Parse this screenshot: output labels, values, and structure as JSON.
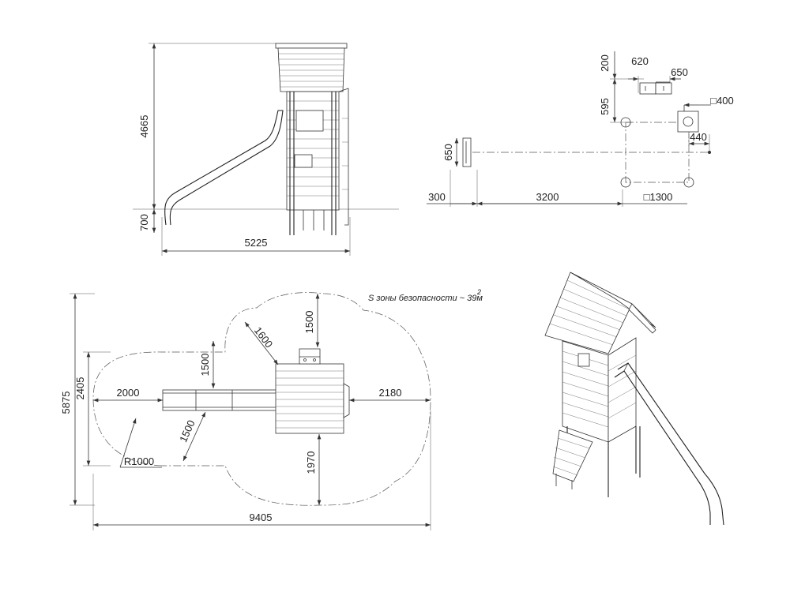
{
  "side_view": {
    "height_total": "4665",
    "platform_height": "700",
    "length": "5225"
  },
  "foundation_plan": {
    "dim_620": "620",
    "dim_650_top": "650",
    "dim_200": "200",
    "dim_595": "595",
    "post_size": "□400",
    "dim_440": "440",
    "dim_650_left": "650",
    "dim_300": "300",
    "dim_3200": "3200",
    "dim_1300": "□1300"
  },
  "top_view": {
    "safety_zone_note": "S зоны безопасности ~ 39м",
    "safety_zone_sup": "2",
    "dim_1500_top": "1500",
    "dim_1600": "1600",
    "dim_1500_mid": "1500",
    "dim_2000": "2000",
    "dim_2180": "2180",
    "dim_1500_diag": "1500",
    "radius": "R1000",
    "dim_1970": "1970",
    "dim_5875": "5875",
    "dim_2405": "2405",
    "dim_9405": "9405"
  },
  "colors": {
    "line": "#333333",
    "background": "#ffffff"
  }
}
